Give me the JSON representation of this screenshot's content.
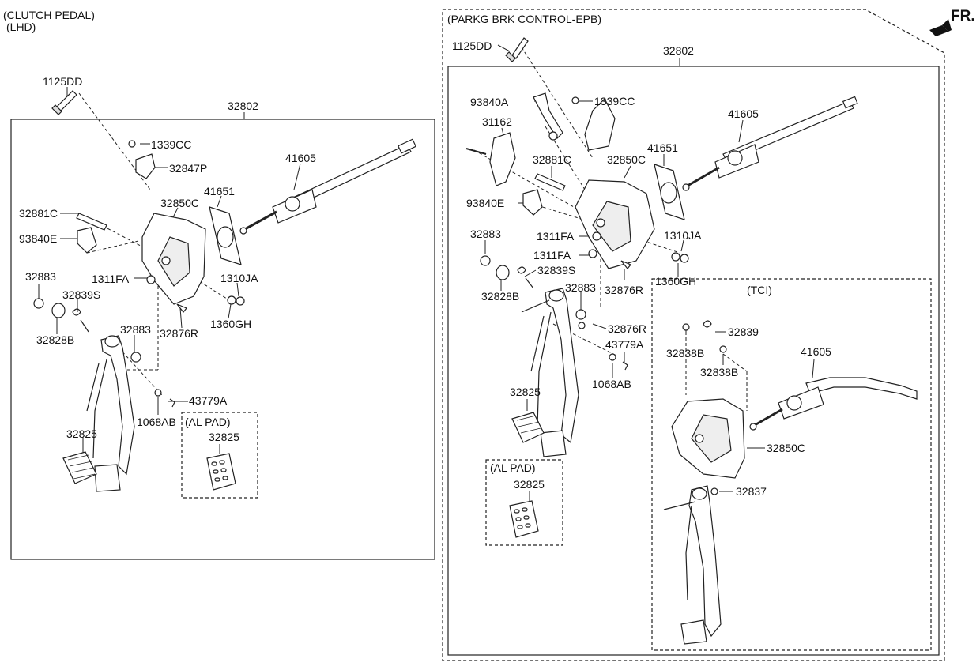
{
  "left_panel": {
    "title_line1": "(CLUTCH PEDAL)",
    "title_line2": "(LHD)",
    "assembly_label": "32802",
    "al_pad_title": "(AL PAD)",
    "al_pad_part": "32825",
    "parts": {
      "p1125DD": "1125DD",
      "p1339CC": "1339CC",
      "p32847P": "32847P",
      "p41605": "41605",
      "p41651": "41651",
      "p32850C": "32850C",
      "p32881C": "32881C",
      "p93840E": "93840E",
      "p32883a": "32883",
      "p1311FA": "1311FA",
      "p1310JA": "1310JA",
      "p32839S": "32839S",
      "p32828B": "32828B",
      "p1360GH": "1360GH",
      "p32876R": "32876R",
      "p32883b": "32883",
      "p43779A": "43779A",
      "p1068AB": "1068AB",
      "p32825": "32825"
    }
  },
  "right_panel": {
    "title": "(PARKG BRK CONTROL-EPB)",
    "assembly_label": "32802",
    "al_pad_title": "(AL PAD)",
    "al_pad_part": "32825",
    "parts": {
      "p1125DD": "1125DD",
      "p93840A": "93840A",
      "p1339CC": "1339CC",
      "p31162": "31162",
      "p41605": "41605",
      "p41651": "41651",
      "p32881C": "32881C",
      "p32850C": "32850C",
      "p93840E": "93840E",
      "p32883a": "32883",
      "p1311FA_1": "1311FA",
      "p1310JA": "1310JA",
      "p1311FA_2": "1311FA",
      "p32839S": "32839S",
      "p1360GH": "1360GH",
      "p32828B": "32828B",
      "p32883b": "32883",
      "p32876R_1": "32876R",
      "p32876R_2": "32876R",
      "p43779A": "43779A",
      "p1068AB": "1068AB",
      "p32825": "32825"
    }
  },
  "tci_panel": {
    "title": "(TCI)",
    "parts": {
      "p32839": "32839",
      "p32838B_1": "32838B",
      "p41605": "41605",
      "p32838B_2": "32838B",
      "p32850C": "32850C",
      "p32837": "32837"
    }
  },
  "direction": {
    "label": "FR.",
    "icon": "forward-arrow-icon"
  }
}
